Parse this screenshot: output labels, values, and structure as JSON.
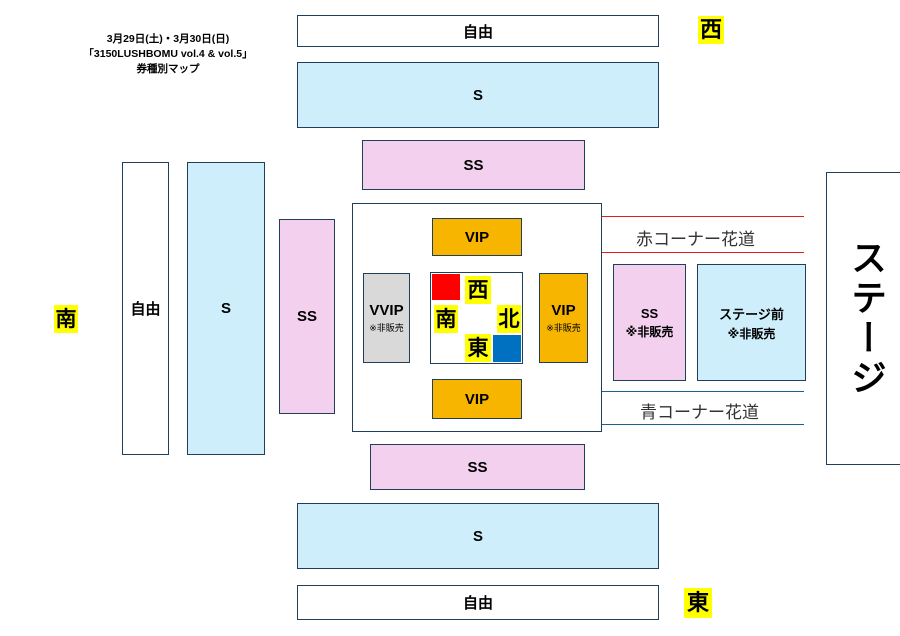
{
  "title": {
    "line1": "3月29日(土)・3月30日(日)",
    "line2": "「3150LUSHBOMU vol.4 & vol.5」",
    "line3": "券種別マップ"
  },
  "directions": {
    "west": "西",
    "east": "東",
    "south": "南",
    "north": "北"
  },
  "sections": {
    "free_top": "自由",
    "s_top": "S",
    "ss_top": "SS",
    "free_left": "自由",
    "s_left": "S",
    "ss_left": "SS",
    "vip_top": "VIP",
    "vip_bottom": "VIP",
    "vvip": "VVIP",
    "vvip_note": "※非販売",
    "vip_right": "VIP",
    "vip_right_note": "※非販売",
    "ss_right": "SS",
    "ss_right_note": "※非販売",
    "stage_front": "ステージ前",
    "stage_front_note": "※非販売",
    "ss_bottom": "SS",
    "s_bottom": "S",
    "free_bottom": "自由"
  },
  "hanamichi": {
    "red": "赤コーナー花道",
    "blue": "青コーナー花道"
  },
  "stage": "ステージ",
  "colors": {
    "free": "#ffffff",
    "s": "#cdeefa",
    "ss": "#f2d0ee",
    "vip": "#f7b500",
    "vvip": "#d9d9d9",
    "red_corner": "#ff0000",
    "blue_corner": "#0070c0",
    "direction_highlight": "#ffff00"
  }
}
